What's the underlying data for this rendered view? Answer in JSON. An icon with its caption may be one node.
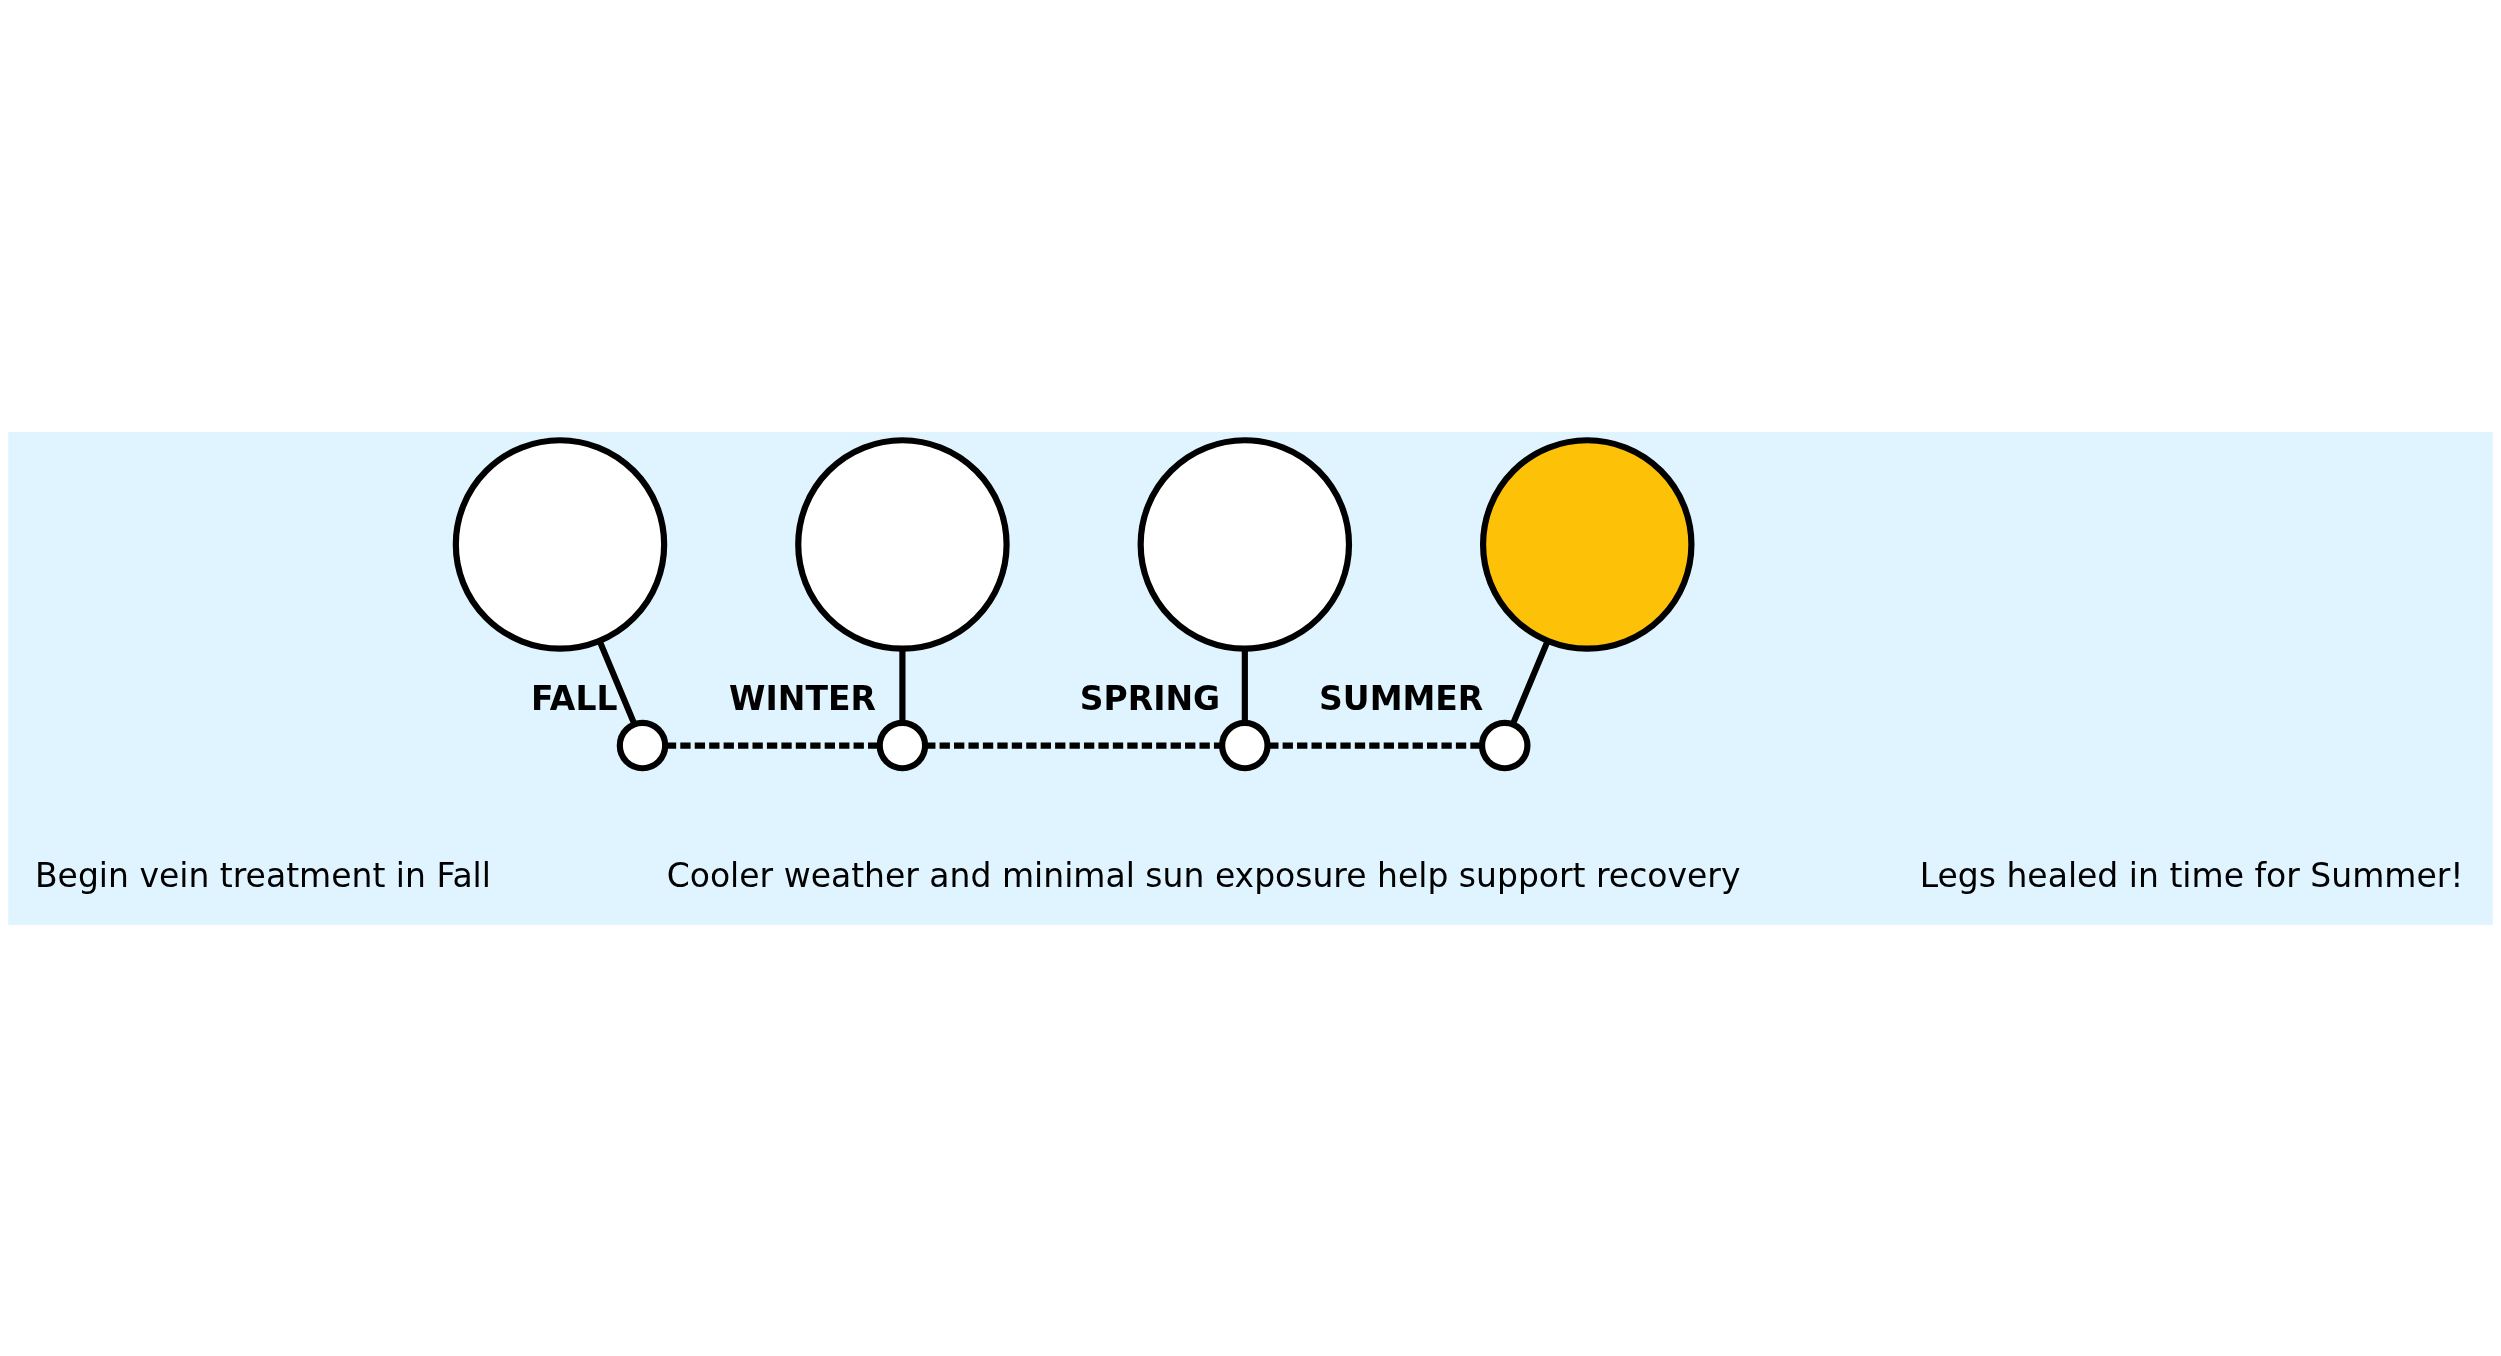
{
  "diagram": {
    "nodes": [
      {
        "text": [],
        "shape": "circle"
      },
      {
        "text": [],
        "shape": "circle"
      },
      {
        "text": [],
        "shape": "circle"
      },
      {
        "text": [],
        "shape": "circle"
      },
      {
        "text": [
          "FALL"
        ]
      },
      {
        "text": [
          "WINTER"
        ]
      },
      {
        "text": [
          "SPRING"
        ]
      },
      {
        "text": [
          "SUMMER"
        ]
      }
    ],
    "edges": [
      {
        "from": 0,
        "to": 4,
        "arrow": "none"
      },
      {
        "from": 1,
        "to": 5,
        "arrow": "none"
      },
      {
        "from": 2,
        "to": 6,
        "arrow": "none"
      },
      {
        "from": 3,
        "to": 7,
        "arrow": "none"
      },
      {
        "from": 4,
        "to": 5,
        "arrow": "none",
        "style": "dashed"
      },
      {
        "from": 5,
        "to": 6,
        "arrow": "none",
        "style": "dashed"
      },
      {
        "from": 6,
        "to": 7,
        "arrow": "none",
        "style": "dashed"
      }
    ],
    "labels": [
      "Begin vein treatment in Fall",
      "Cooler weather and minimal sun exposure help support recovery",
      "Legs healed in time for Summer!"
    ]
  }
}
